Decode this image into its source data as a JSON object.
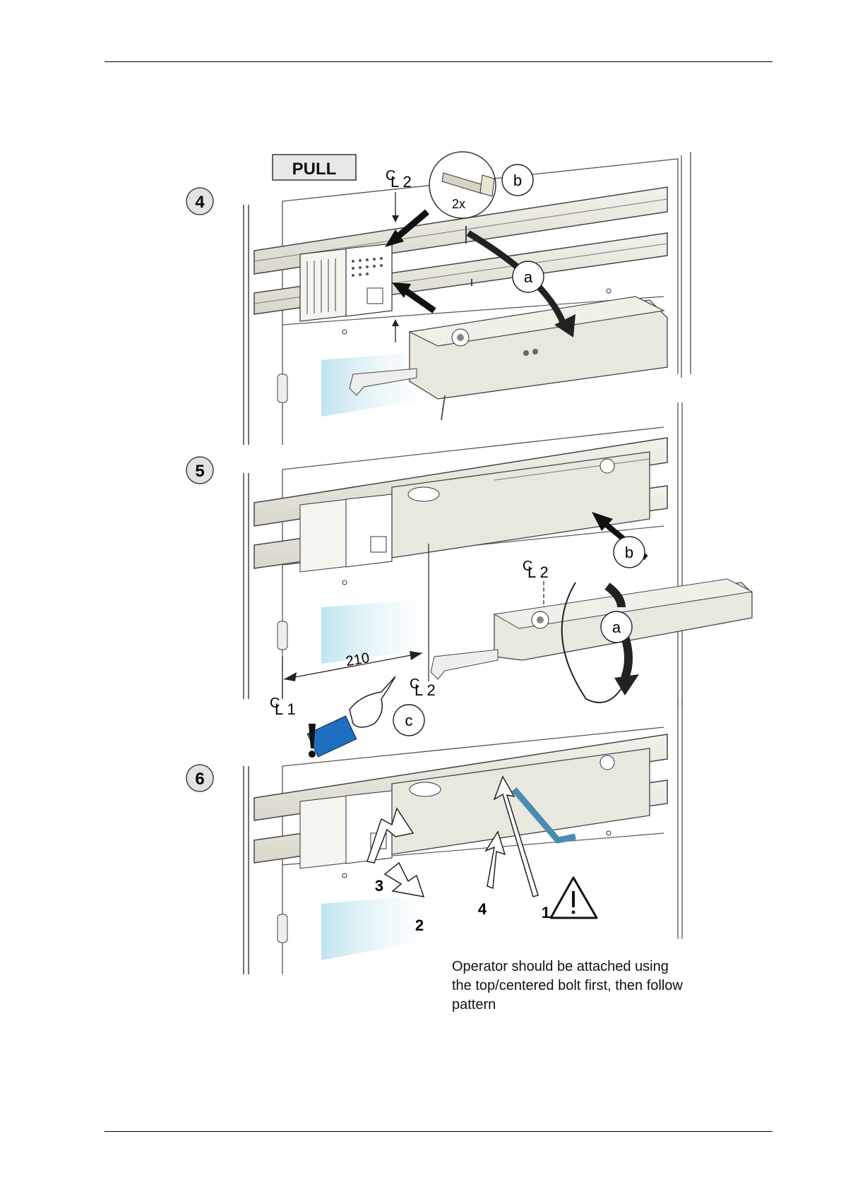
{
  "pull_sign": "PULL",
  "steps": [
    {
      "number": "4",
      "labels": {
        "centerline": "L 2",
        "bolt_qty": "2x",
        "callout_a": "a",
        "callout_b": "b"
      }
    },
    {
      "number": "5",
      "labels": {
        "callout_a": "a",
        "callout_b": "b",
        "callout_c": "c",
        "dimension": "210",
        "centerline_1": "L 1",
        "centerline_2": "L 2",
        "centerline_2_top": "L 2"
      }
    },
    {
      "number": "6",
      "labels": {
        "bolt_1": "1",
        "bolt_2": "2",
        "bolt_3": "3",
        "bolt_4": "4"
      }
    }
  ],
  "caption": {
    "lines": [
      "Operator should be attached using",
      "the top/centered bolt first, then follow",
      "pattern"
    ]
  },
  "colors": {
    "frame": "#f4f2ec",
    "operator": "#e9e8de",
    "glass": "#cfeaf2",
    "tool": "#4b8bb0",
    "cuff": "#1e6fc0"
  }
}
